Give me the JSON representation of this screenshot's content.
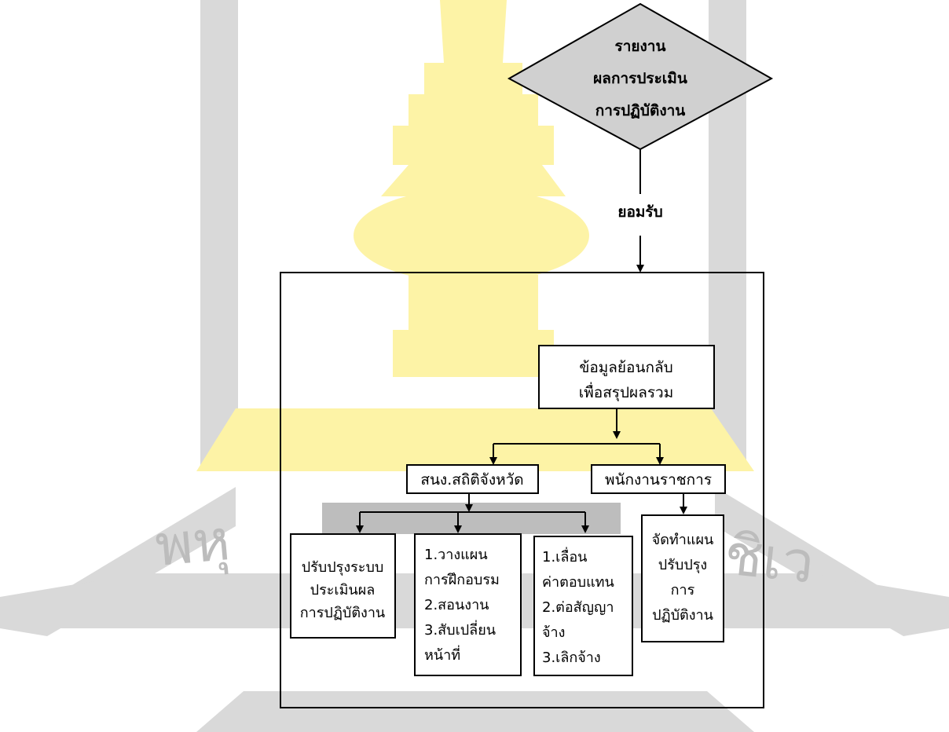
{
  "decision": {
    "lines": [
      "รายงาน",
      "ผลการประเมิน",
      "การปฏิบัติงาน"
    ]
  },
  "accept_label": "ยอมรับ",
  "feedback": {
    "lines": [
      "ข้อมูลย้อนกลับ",
      "เพื่อสรุปผลรวม"
    ]
  },
  "office_label": "สนง.สถิติจังหวัด",
  "staff_label": "พนักงานราชการ",
  "results": [
    {
      "lines": [
        "ปรับปรุงระบบ",
        "ประเมินผล",
        "การปฏิบัติงาน"
      ]
    },
    {
      "lines": [
        "1.วางแผน",
        "การฝึกอบรม",
        "2.สอนงาน",
        "3.สับเปลี่ยน",
        "หน้าที่"
      ]
    },
    {
      "lines": [
        "1.เลื่อน",
        "ค่าตอบแทน",
        "2.ต่อสัญญา",
        "จ้าง",
        "3.เลิกจ้าง"
      ]
    },
    {
      "lines": [
        "จัดทำแผน",
        "ปรับปรุง",
        "การ",
        "ปฏิบัติงาน"
      ]
    }
  ],
  "colors": {
    "diamond_fill": "#d0d0d0",
    "watermark_yellow": "#fdf3a6",
    "watermark_gray": "#d9d9d9",
    "line": "#000000"
  }
}
